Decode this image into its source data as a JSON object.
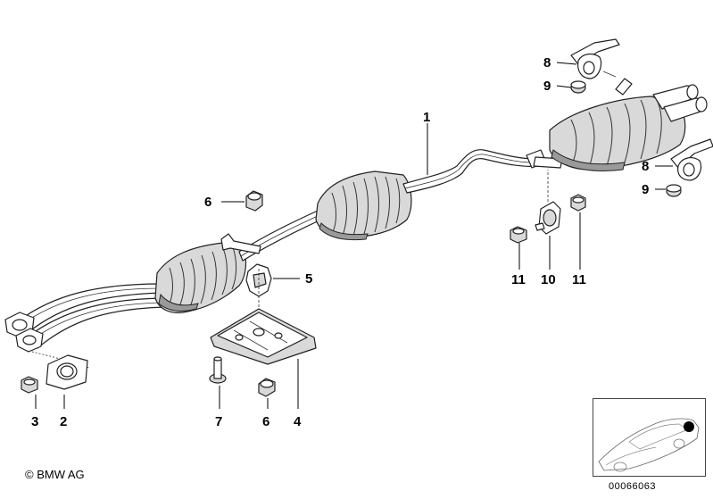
{
  "diagram": {
    "callouts": [
      {
        "id": "1",
        "text": "1"
      },
      {
        "id": "2",
        "text": "2"
      },
      {
        "id": "3",
        "text": "3"
      },
      {
        "id": "4",
        "text": "4"
      },
      {
        "id": "5",
        "text": "5"
      },
      {
        "id": "6a",
        "text": "6"
      },
      {
        "id": "6b",
        "text": "6"
      },
      {
        "id": "7",
        "text": "7"
      },
      {
        "id": "8a",
        "text": "8"
      },
      {
        "id": "8b",
        "text": "8"
      },
      {
        "id": "9a",
        "text": "9"
      },
      {
        "id": "9b",
        "text": "9"
      },
      {
        "id": "10",
        "text": "10"
      },
      {
        "id": "11a",
        "text": "11"
      },
      {
        "id": "11b",
        "text": "11"
      }
    ]
  },
  "footer": {
    "copyright": "© BMW AG",
    "image_id": "00066063"
  }
}
